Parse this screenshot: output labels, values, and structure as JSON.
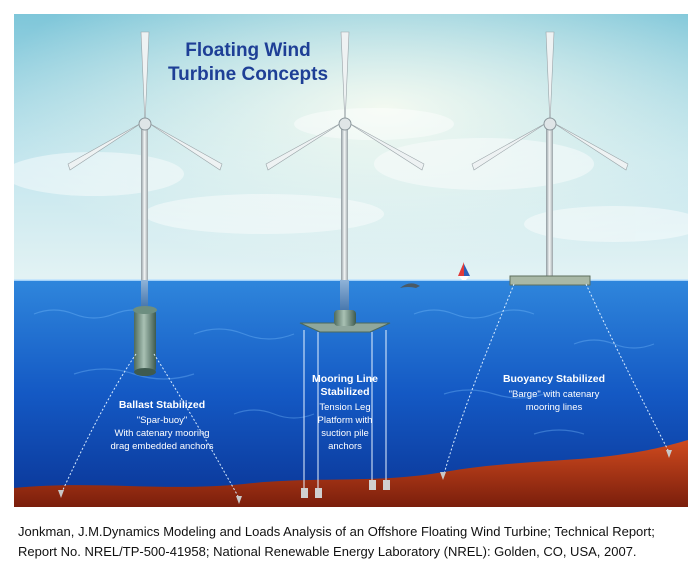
{
  "figure": {
    "title_line1": "Floating Wind",
    "title_line2": "Turbine Concepts",
    "concepts": [
      {
        "heading": "Ballast Stabilized",
        "lines": [
          "\"Spar-buoy\"",
          "With catenary mooring",
          "drag embedded anchors"
        ]
      },
      {
        "heading_line1": "Mooring Line",
        "heading_line2": "Stabilized",
        "lines": [
          "Tension Leg",
          "Platform with",
          "suction pile",
          "anchors"
        ]
      },
      {
        "heading": "Buoyancy Stabilized",
        "lines": [
          "\"Barge\" with catenary",
          "mooring lines"
        ]
      }
    ],
    "colors": {
      "sky_top": "#8fd0e0",
      "sky_bottom": "#d8eef3",
      "sea_surface": "#2b7fd6",
      "sea_deep": "#0b3fa8",
      "seabed": "#b8381a",
      "title": "#1e3f96",
      "label": "#ffffff"
    }
  },
  "citation": {
    "line1": "Jonkman, J.M.Dynamics Modeling and Loads Analysis of an Offshore Floating Wind Turbine; Technical Report;",
    "line2": "Report No. NREL/TP-500-41958; National Renewable Energy Laboratory (NREL): Golden, CO, USA, 2007."
  }
}
